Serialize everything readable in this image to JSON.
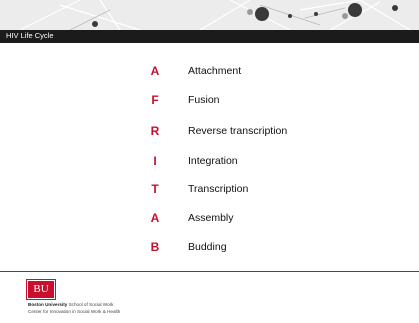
{
  "slide": {
    "title": "HIV Life Cycle",
    "acronym": [
      {
        "letter": "A",
        "word": "Attachment"
      },
      {
        "letter": "F",
        "word": "Fusion"
      },
      {
        "letter": "R",
        "word": "Reverse transcription"
      },
      {
        "letter": "I",
        "word": "Integration"
      },
      {
        "letter": "T",
        "word": "Transcription"
      },
      {
        "letter": "A",
        "word": "Assembly"
      },
      {
        "letter": "B",
        "word": "Budding"
      }
    ]
  },
  "footer": {
    "logo_text": "BU",
    "university": "Boston University",
    "school": "School of Social Work",
    "center": "Center for Innovation in Social Work & Health"
  },
  "colors": {
    "accent": "#c8102e",
    "title_bar": "#1b1b1b",
    "banner": "#ececec"
  }
}
